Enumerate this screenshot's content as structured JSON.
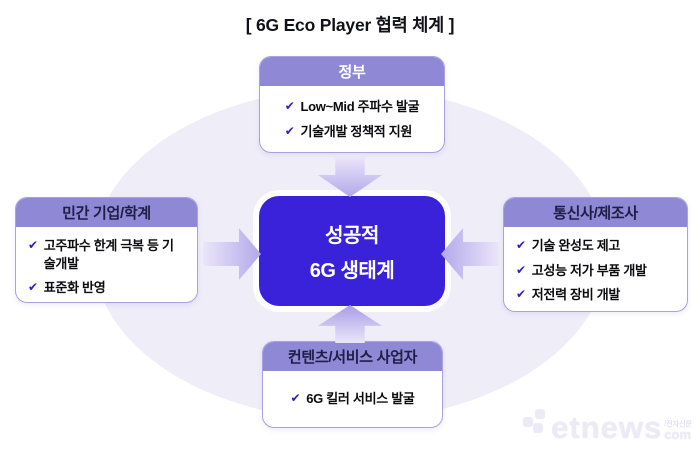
{
  "title": "[ 6G Eco Player 협력 체계 ]",
  "icons": {
    "check": "✔"
  },
  "colors": {
    "header_bg": "#8f88d5",
    "box_border": "#a9a2df",
    "center_bg": "#3a22da",
    "check_mark": "#2a1fc2",
    "ellipse_bg": "#efedf8",
    "header_text_top": "#ffffff",
    "header_text_others": "#1e1e46"
  },
  "center": {
    "lines": [
      "성공적",
      "6G 생태계"
    ]
  },
  "nodes": {
    "top": {
      "title": "정부",
      "items": [
        "Low~Mid 주파수 발굴",
        "기술개발 정책적 지원"
      ]
    },
    "left": {
      "title": "민간 기업/학계",
      "items": [
        "고주파수 한계 극복 등 기술개발",
        "표준화 반영"
      ]
    },
    "right": {
      "title": "통신사/제조사",
      "items": [
        "기술 완성도 제고",
        "고성능 저가 부품 개발",
        "저전력 장비 개발"
      ]
    },
    "bottom": {
      "title": "컨텐츠/서비스 사업자",
      "items": [
        "6G 킬러 서비스 발굴"
      ]
    }
  },
  "watermark": {
    "brand": "etnews",
    "small": "/전자신문",
    "suffix": "com"
  }
}
